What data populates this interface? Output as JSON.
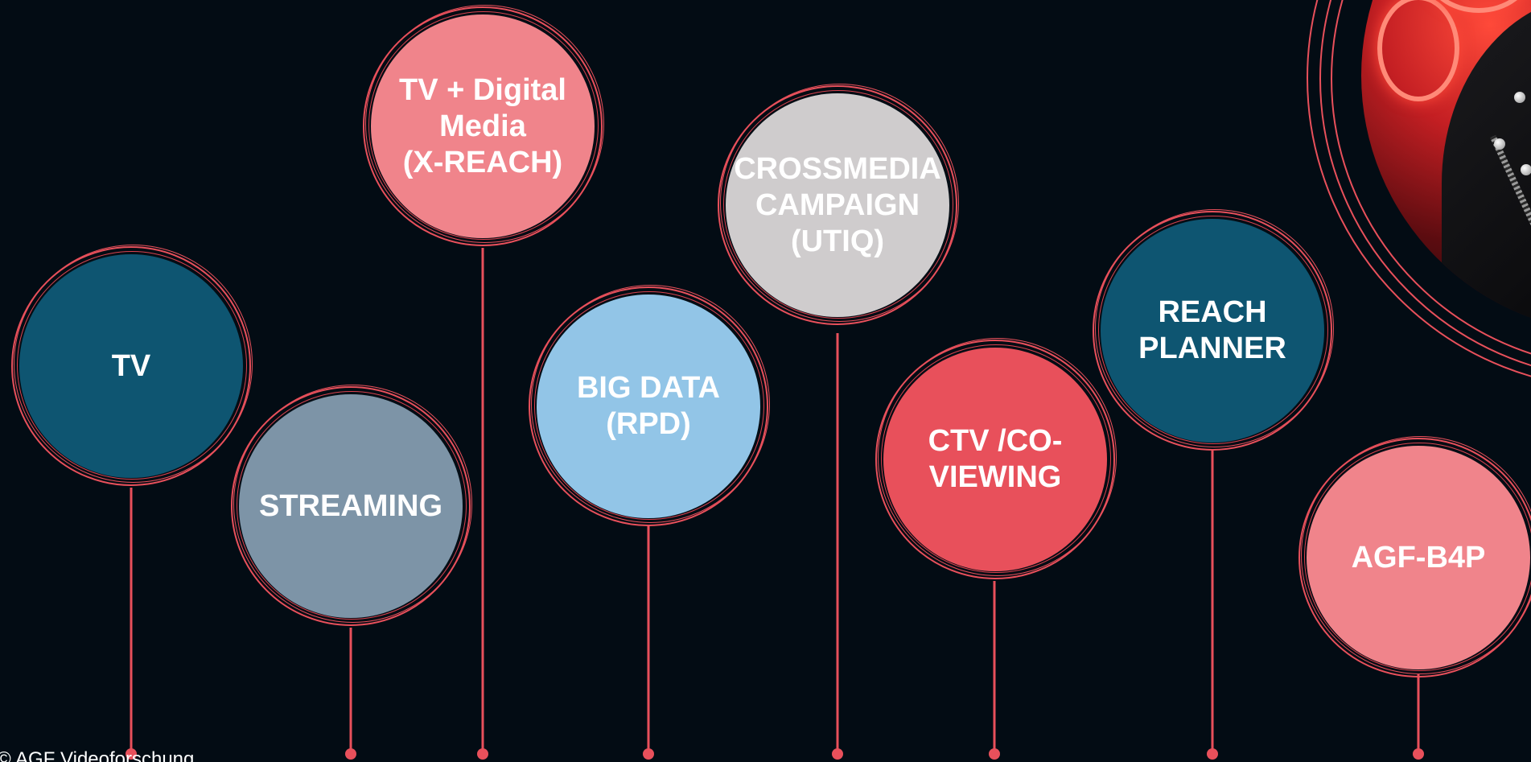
{
  "diagram": {
    "nodes": [
      {
        "id": "tv",
        "label": "TV",
        "color": "#0e5571"
      },
      {
        "id": "streaming",
        "label": "STREAMING",
        "color": "#7d94a7"
      },
      {
        "id": "tv-digital",
        "label": "TV + Digital\nMedia\n(X-REACH)",
        "color": "#f0848b"
      },
      {
        "id": "big-data",
        "label": "BIG DATA\n(RPD)",
        "color": "#92c5e7"
      },
      {
        "id": "crossmedia",
        "label": "CROSSMEDIA\nCAMPAIGN\n(UTIQ)",
        "color": "#cfcccd"
      },
      {
        "id": "ctv",
        "label": "CTV /CO-\nVIEWING",
        "color": "#e8505b"
      },
      {
        "id": "reach-planner",
        "label": "REACH\nPLANNER",
        "color": "#0e5571"
      },
      {
        "id": "agf-b4p",
        "label": "AGF-B4P",
        "color": "#f0848b"
      }
    ],
    "accent_color": "#e8505b",
    "background_color": "#030c14"
  },
  "footer": {
    "copyright": "© AGF Videoforschung"
  }
}
